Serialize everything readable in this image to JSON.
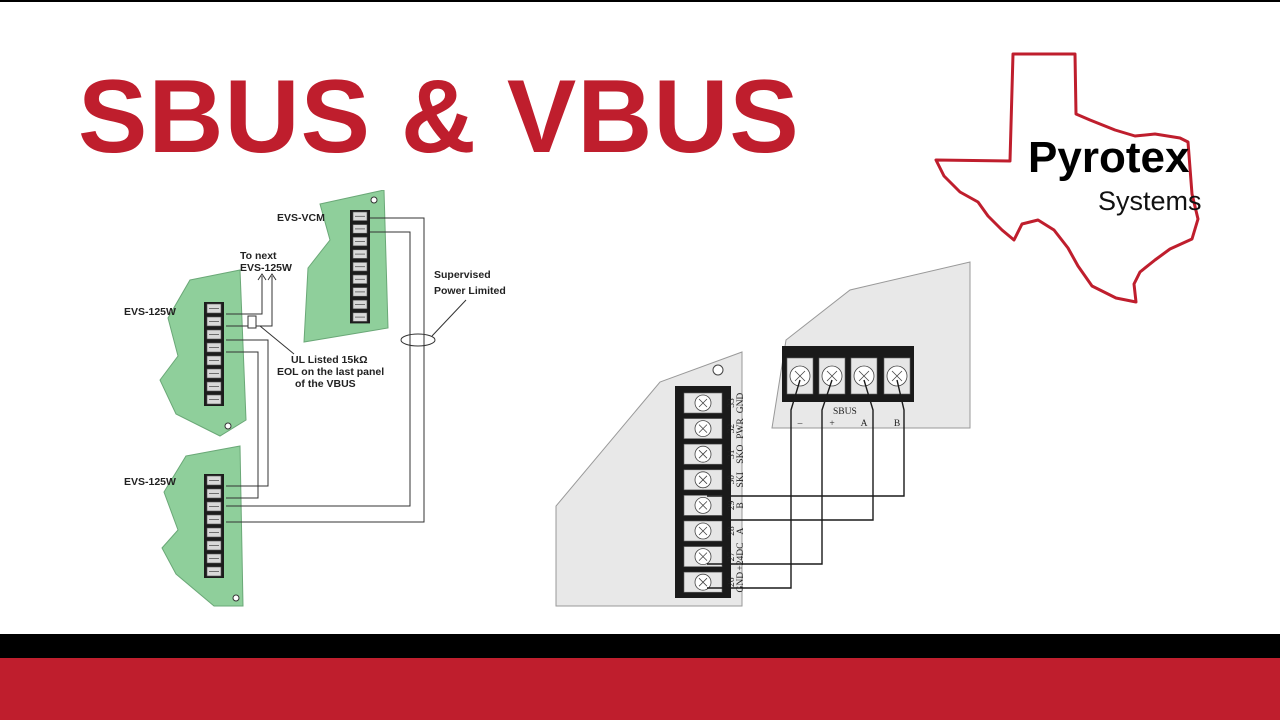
{
  "title": "SBUS & VBUS",
  "logo": {
    "name": "Pyrotex",
    "subtitle": "Systems"
  },
  "left_diagram": {
    "vcm_label": "EVS-VCM",
    "panel_top_label": "EVS-125W",
    "panel_bottom_label": "EVS-125W",
    "next_line1": "To next",
    "next_line2": "EVS-125W",
    "eol_line1": "UL Listed 15kΩ",
    "eol_line2": "EOL on the last panel",
    "eol_line3": "of the VBUS",
    "supervised_line1": "Supervised",
    "supervised_line2": "Power Limited"
  },
  "right_diagram": {
    "sbus_label": "SBUS",
    "sbus_terminals": [
      "–",
      "+",
      "A",
      "B"
    ],
    "terminals": [
      {
        "num": "33",
        "name": "GND"
      },
      {
        "num": "32",
        "name": "PWR"
      },
      {
        "num": "31",
        "name": "SKO"
      },
      {
        "num": "30",
        "name": "SKI"
      },
      {
        "num": "29",
        "name": "B"
      },
      {
        "num": "28",
        "name": "A"
      },
      {
        "num": "27",
        "name": "+24DC"
      },
      {
        "num": "26",
        "name": "GND"
      }
    ]
  },
  "colors": {
    "brand_red": "#bf1e2d",
    "board_green": "#8fcf9b",
    "panel_gray": "#e8e8e8"
  }
}
